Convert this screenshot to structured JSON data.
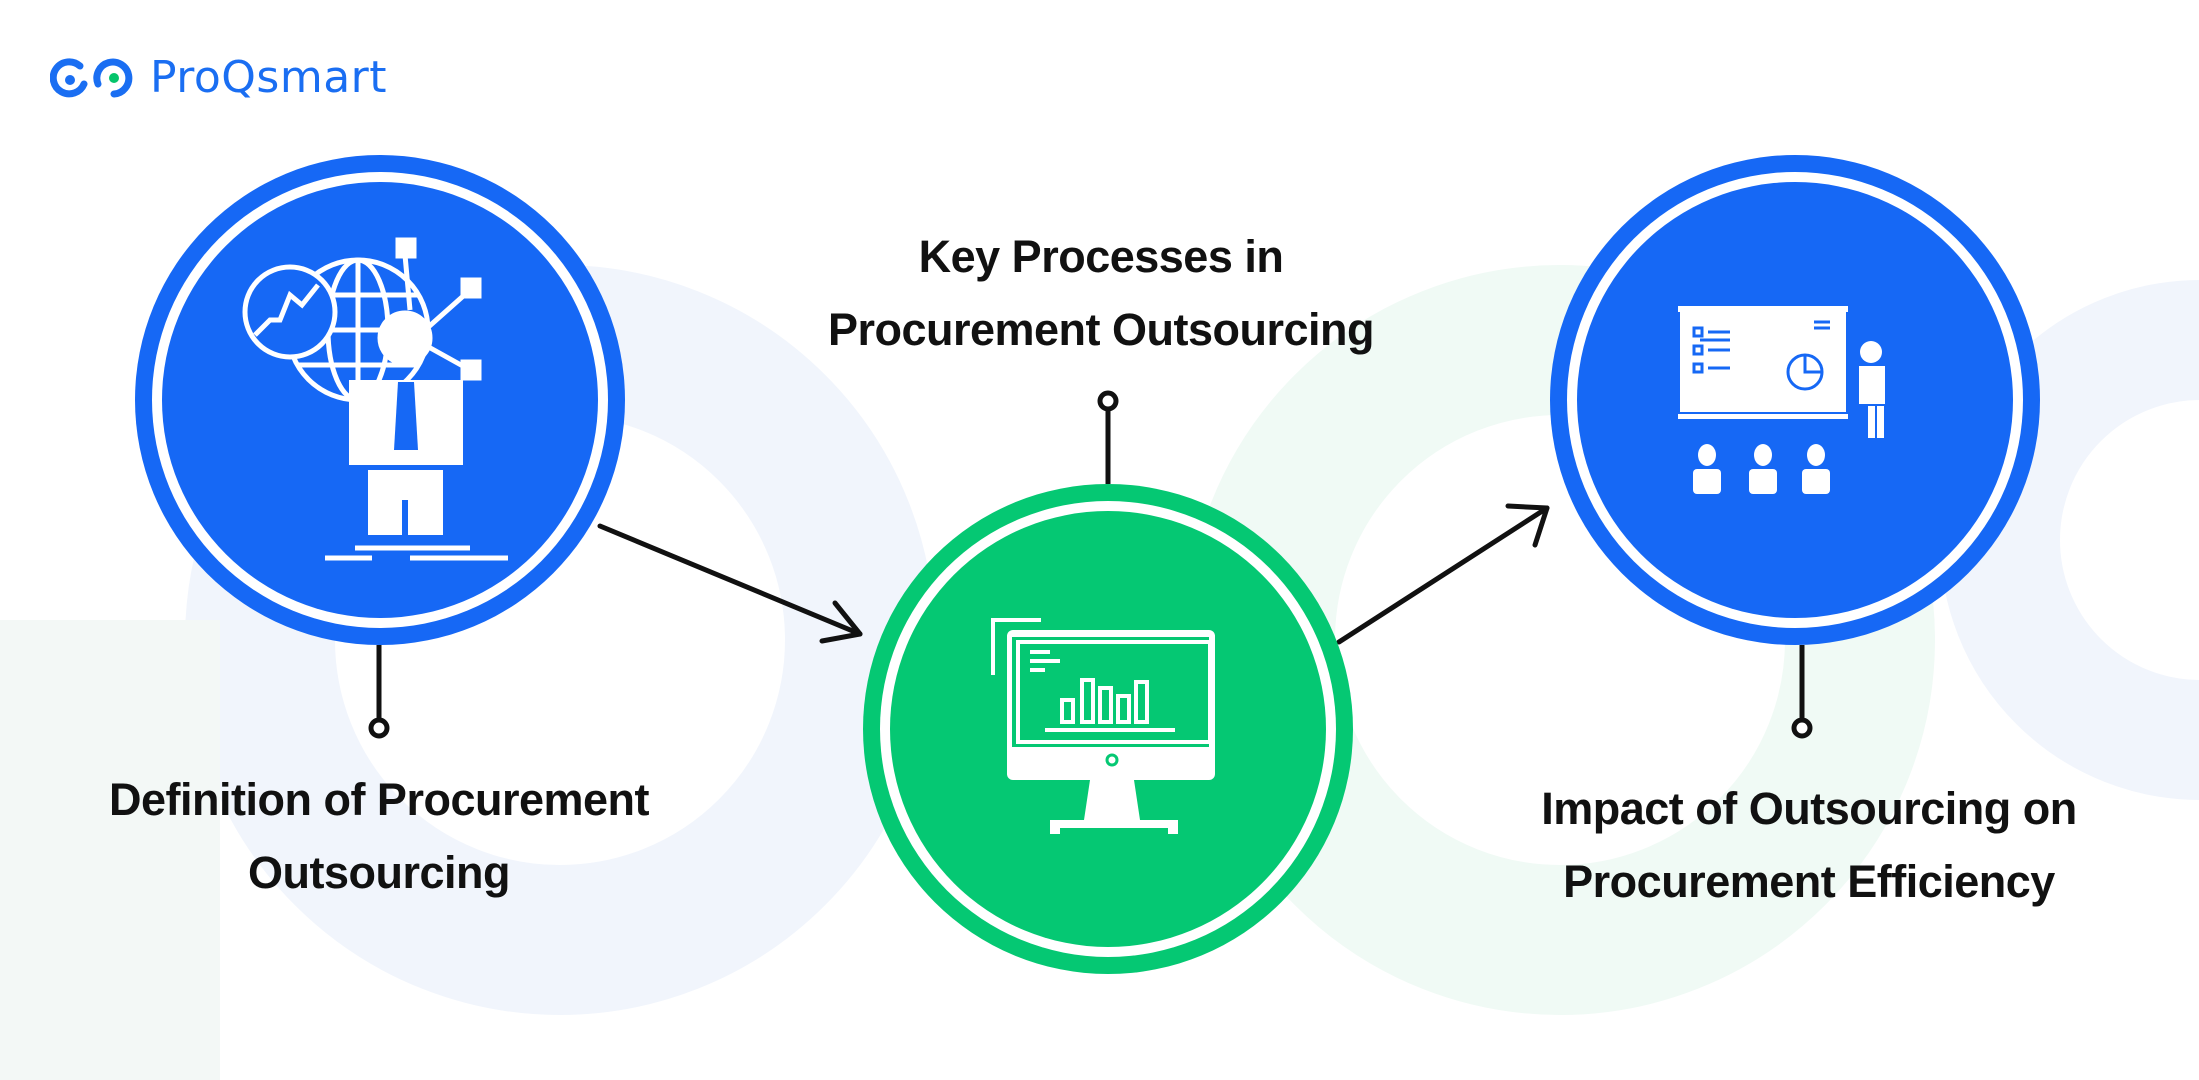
{
  "brand": {
    "name": "ProQsmart",
    "primary_color": "#1a6ef2",
    "accent_color": "#05c46b"
  },
  "steps": [
    {
      "title_line1": "Definition of Procurement",
      "title_line2": "Outsourcing",
      "icon": "businessman-globe-network-icon",
      "color": "#1668f5"
    },
    {
      "title_line1": "Key Processes in",
      "title_line2": "Procurement Outsourcing",
      "icon": "monitor-bar-chart-icon",
      "color": "#05c873"
    },
    {
      "title_line1": "Impact of Outsourcing on",
      "title_line2": "Procurement Efficiency",
      "icon": "presentation-audience-icon",
      "color": "#1668f5"
    }
  ]
}
